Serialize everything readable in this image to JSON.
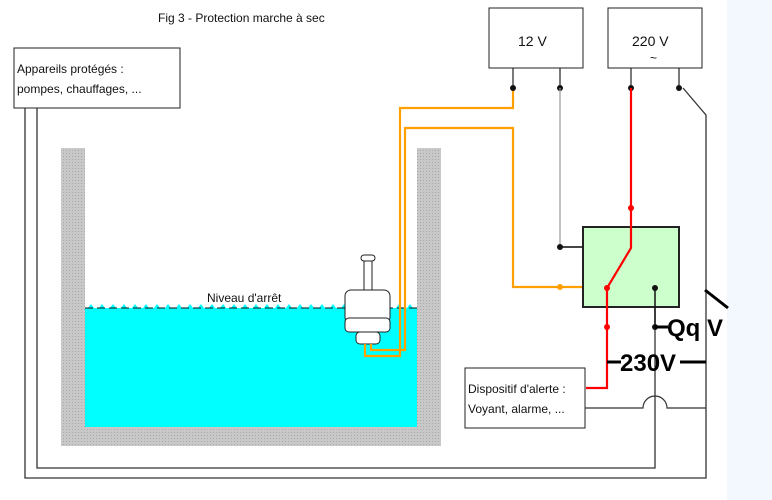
{
  "title": "Fig 3 - Protection marche à sec",
  "protected_devices": {
    "line1": "Appareils protégés :",
    "line2": "pompes, chauffages, ..."
  },
  "supply_12v": {
    "label": "12 V"
  },
  "supply_220v": {
    "label": "220 V",
    "symbol": "~"
  },
  "tank": {
    "stop_level_label": "Niveau d'arrêt"
  },
  "alert_device": {
    "line1": "Dispositif d'alerte :",
    "line2": "Voyant, alarme, ..."
  },
  "annotations": {
    "qq_v": "Qq V",
    "v230": "230V"
  },
  "colors": {
    "water": "#00ffff",
    "tank_wall": "#c0c0c0",
    "relay_fill": "#ccffcc",
    "signal_wire": "#ffa000",
    "power_wire": "#ff0000",
    "neutral_wire": "#999999",
    "panel": "#f2f8fd"
  }
}
